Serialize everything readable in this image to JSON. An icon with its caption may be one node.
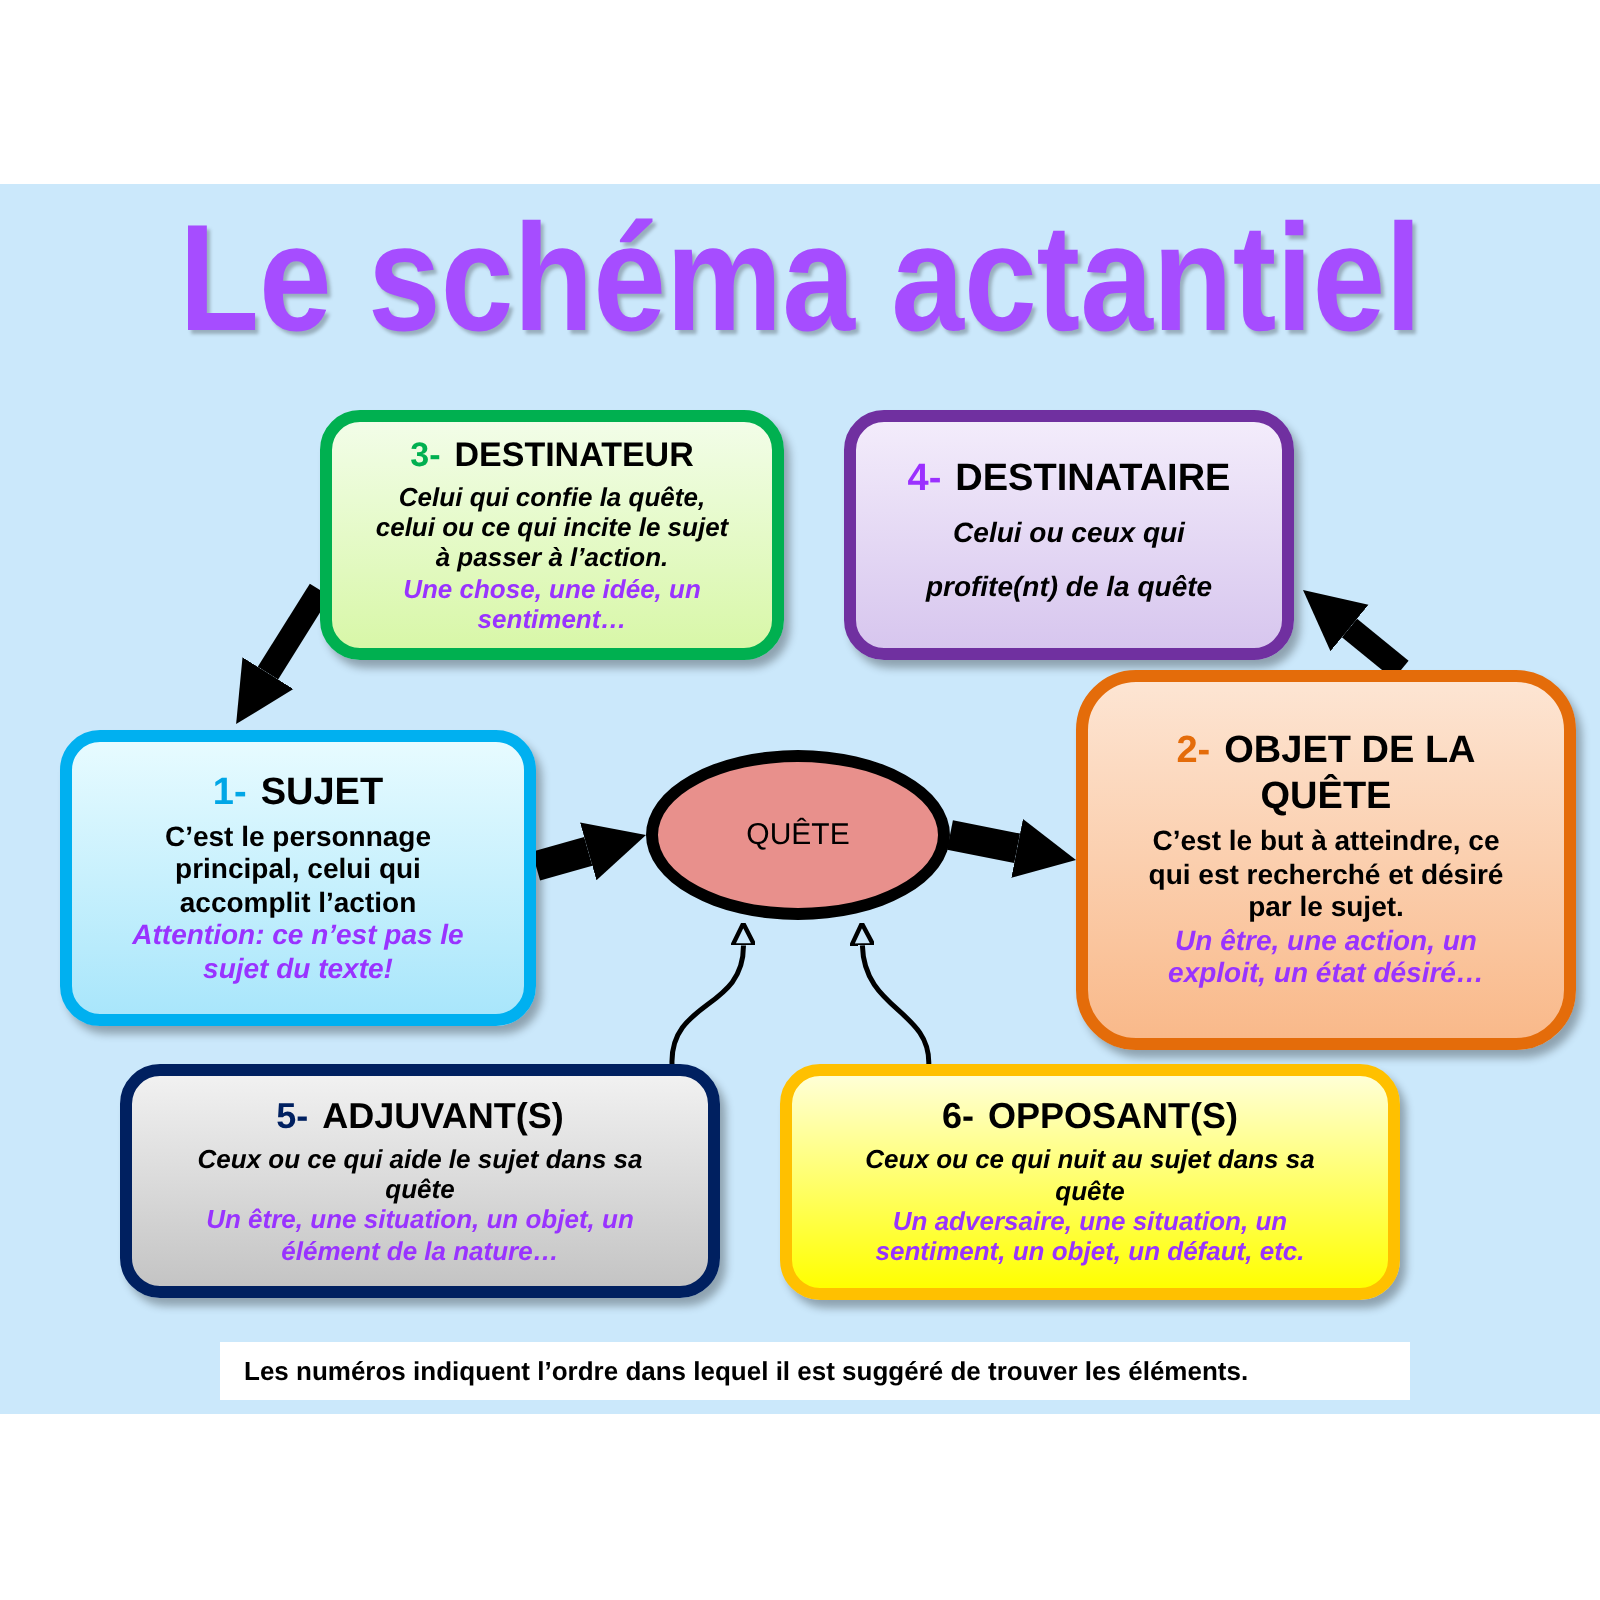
{
  "diagram": {
    "title": "Le schéma actantiel",
    "nodes": [
      {
        "text": [
          "3-",
          "DESTINATEUR",
          "Celui qui confie la quête, celui ou ce qui incite le sujet à passer à l’action.",
          "Une chose, une idée, un sentiment…"
        ]
      },
      {
        "text": [
          "4-",
          "DESTINATAIRE",
          "Celui ou ceux qui profite(nt) de la quête"
        ]
      },
      {
        "text": [
          "1-",
          "SUJET",
          "C’est le personnage principal, celui qui accomplit l’action",
          "Attention:  ce n’est pas le sujet du texte!"
        ]
      },
      {
        "text": [
          "QUÊTE"
        ]
      },
      {
        "text": [
          "2-",
          "OBJET DE LA QUÊTE",
          "C’est le but à atteindre, ce qui est recherché et désiré par le sujet.",
          "Un être, une action, un exploit, un état désiré…"
        ]
      },
      {
        "text": [
          "5-",
          "ADJUVANT(S)",
          "Ceux ou ce qui aide le sujet dans sa  quête",
          "Un être, une situation, un objet, un élément de la nature…"
        ]
      },
      {
        "text": [
          "6-",
          "OPPOSANT(S)",
          "Ceux ou ce qui nuit au sujet dans sa  quête",
          "Un adversaire, une situation, un sentiment, un objet,  un défaut, etc."
        ]
      }
    ],
    "edges": [
      {
        "from": 0,
        "to": 2,
        "arrow": "to"
      },
      {
        "from": 2,
        "to": 3,
        "arrow": "to"
      },
      {
        "from": 3,
        "to": 4,
        "arrow": "to"
      },
      {
        "from": 4,
        "to": 1,
        "arrow": "to"
      },
      {
        "from": 5,
        "to": 3,
        "arrow": "to"
      },
      {
        "from": 6,
        "to": 3,
        "arrow": "to"
      }
    ],
    "labels": [
      "Les numéros indiquent l’ordre dans lequel il est suggéré de trouver les éléments."
    ]
  }
}
